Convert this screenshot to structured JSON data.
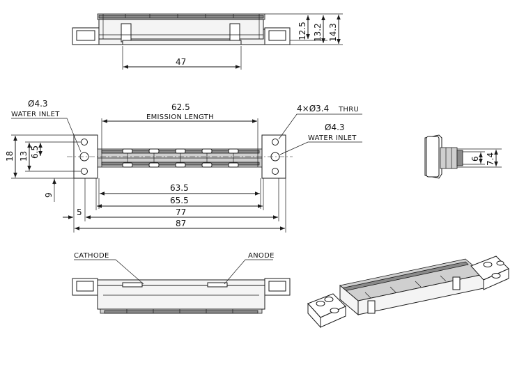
{
  "top_view": {
    "dim_width": "47",
    "dim_h1": "12.5",
    "dim_h2": "13.2",
    "dim_h3": "14.3"
  },
  "front_view": {
    "dim_emission": "62.5",
    "emission_label": "EMISSION LENGTH",
    "left_hole": "Ø4.3",
    "left_hole_label": "WATER INLET",
    "right_holes": "4×Ø3.4",
    "right_holes_suffix": "THRU",
    "right_hole": "Ø4.3",
    "right_hole_label": "WATER INLET",
    "dim_18": "18",
    "dim_13": "13",
    "dim_6_5": "6.5",
    "dim_9": "9",
    "dim_63_5": "63.5",
    "dim_65_5": "65.5",
    "dim_5": "5",
    "dim_77": "77",
    "dim_87": "87"
  },
  "side_view": {
    "dim_6": "6",
    "dim_7_4": "7.4"
  },
  "bottom_view": {
    "cathode_label": "CATHODE",
    "anode_label": "ANODE"
  }
}
